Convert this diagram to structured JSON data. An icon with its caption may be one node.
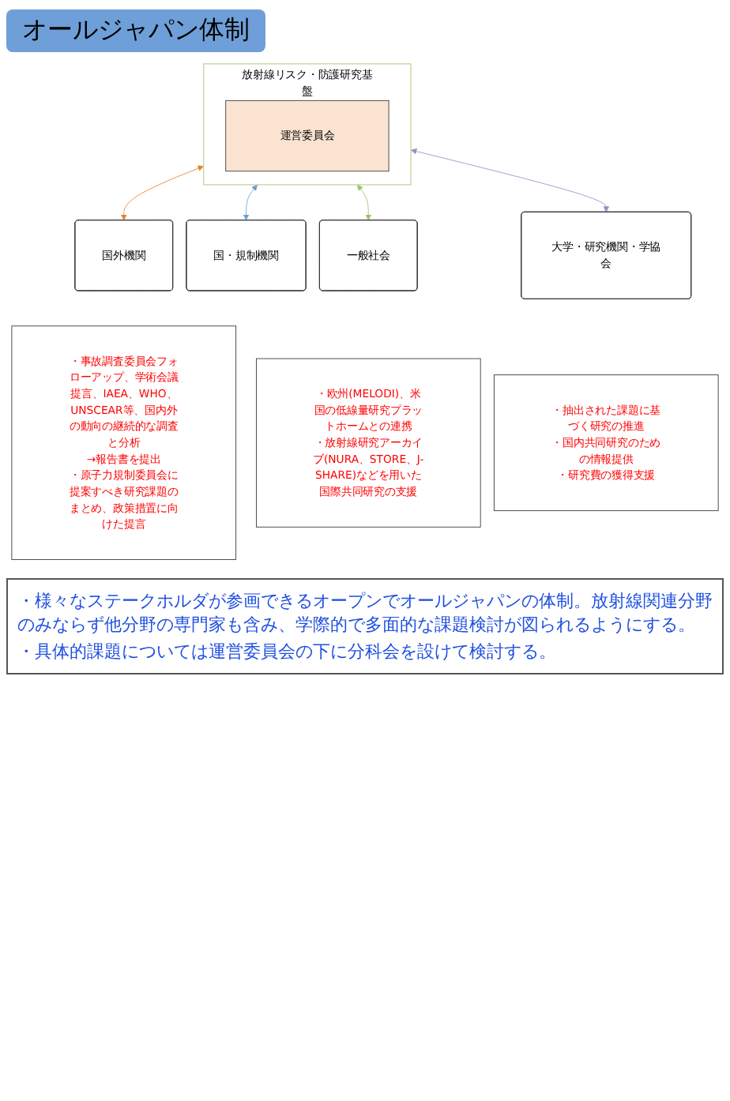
{
  "diagram": {
    "title": "オールジャパン体制",
    "nodes": [
      {
        "text": [
          "放射線リスク・防護研究基盤"
        ]
      },
      {
        "text": [
          "運営委員会"
        ],
        "in": 0
      },
      {
        "text": [
          "国外機関"
        ]
      },
      {
        "text": [
          "国・規制機関"
        ]
      },
      {
        "text": [
          "一般社会"
        ]
      },
      {
        "text": [
          "大学・研究機関・学協会"
        ]
      },
      {
        "text": [
          "・事故調査委員会フォローアップ、学術会議提言、IAEA、WHO、UNSCEAR等、国内外の動向の継続的な調査と分析",
          "→報告書を提出",
          "・原子力規制委員会に提案すべき研究課題のまとめ、政策措置に向けた提言"
        ]
      },
      {
        "text": [
          "・欧州(MELODI)、米国の低線量研究プラットホームとの連携",
          "・放射線研究アーカイブ(NURA、STORE、J-SHARE)などを用いた国際共同研究の支援"
        ]
      },
      {
        "text": [
          "・抽出された課題に基づく研究の推進",
          "・国内共同研究のための情報提供",
          "・研究費の獲得支援"
        ]
      }
    ],
    "edges": [
      {
        "from": 0,
        "to": 2,
        "arrow": "both",
        "color": "#e8822a"
      },
      {
        "from": 0,
        "to": 3,
        "arrow": "both",
        "color": "#6f9fd0"
      },
      {
        "from": 0,
        "to": 4,
        "arrow": "both",
        "color": "#9cc36b"
      },
      {
        "from": 0,
        "to": 5,
        "arrow": "both",
        "color": "#9b8ec4"
      }
    ],
    "labels": [
      "・様々なステークホルダが参画できるオープンでオールジャパンの体制。放射線関連分野のみならず他分野の専門家も含み、学際的で多面的な課題検討が図られるようにする。",
      "・具体的課題については運営委員会の下に分科会を設けて検討する。"
    ]
  }
}
